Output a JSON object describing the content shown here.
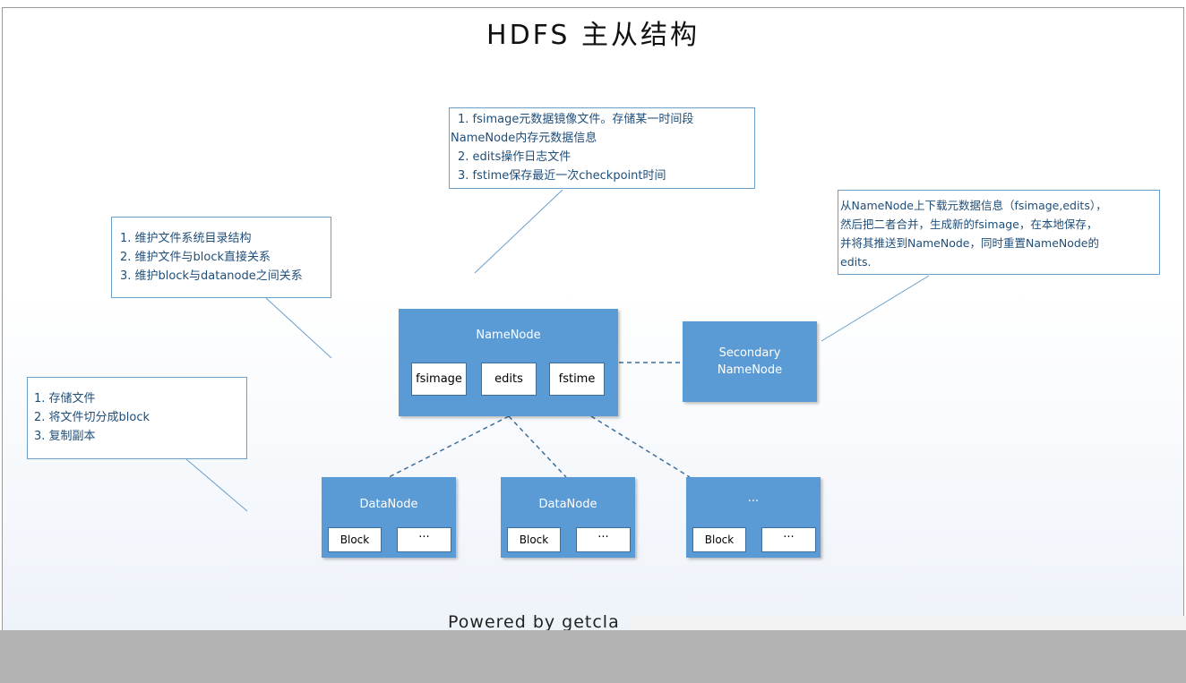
{
  "title": "HDFS 主从结构",
  "notes": {
    "namenode_files": [
      "1. fsimage元数据镜像文件。存储某一时间段",
      "NameNode内存元数据信息",
      " 2. edits操作日志文件",
      " 3. fstime保存最近一次checkpoint时间"
    ],
    "namenode_roles": [
      "1. 维护文件系统目录结构",
      "2. 维护文件与block直接关系",
      "3. 维护block与datanode之间关系"
    ],
    "datanode_roles": [
      "1. 存储文件",
      "2. 将文件切分成block",
      "3. 复制副本"
    ],
    "secondary_roles": [
      "从NameNode上下载元数据信息（fsimage,edits），",
      "然后把二者合并，生成新的fsimage，在本地保存，",
      "并将其推送到NameNode，同时重置NameNode的",
      "edits."
    ]
  },
  "namenode": {
    "label": "NameNode",
    "files": [
      "fsimage",
      "edits",
      "fstime"
    ]
  },
  "secondary": {
    "line1": "Secondary",
    "line2": "NameNode"
  },
  "datanodes": [
    {
      "label": "DataNode",
      "block": "Block",
      "more": "···"
    },
    {
      "label": "DataNode",
      "block": "Block",
      "more": "···"
    },
    {
      "label": "···",
      "block": "Block",
      "more": "···"
    }
  ],
  "footer": "Powered by getcla"
}
